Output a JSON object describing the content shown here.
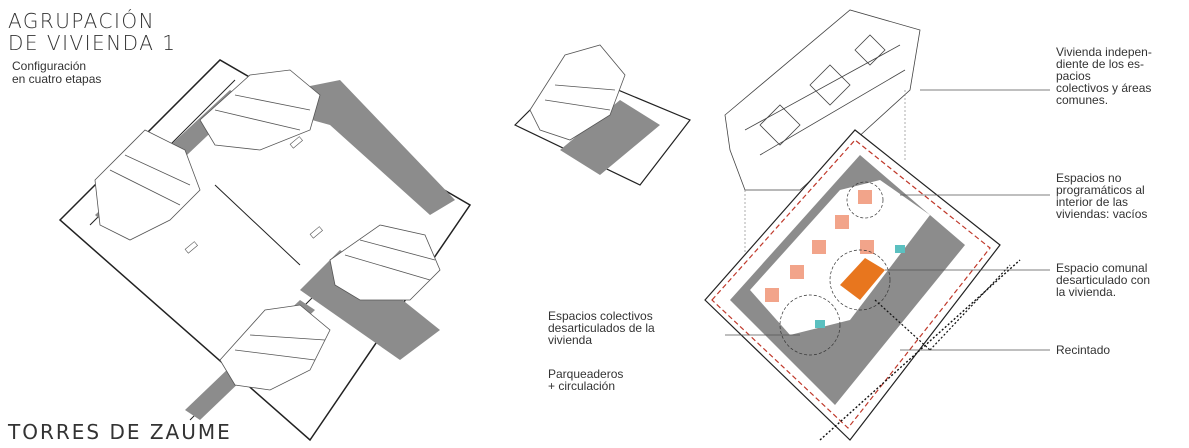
{
  "header": {
    "title_line1": "AGRUPACIÓN",
    "title_line2": "DE VIVIENDA 1",
    "subtitle_line1": "Configuración",
    "subtitle_line2": "en cuatro etapas"
  },
  "footer": {
    "project_name": "TORRES DE ZAUME"
  },
  "annotations": {
    "vivienda_independiente": "Vivienda indepen-\ndiente de los es-\npacios\ncolectivos y áreas\ncomunes.",
    "espacios_no_programaticos": "Espacios no\nprogramáticos al\ninterior de las\nviviendas: vacíos",
    "espacio_comunal": "Espacio comunal\ndesarticulado con\nla vivienda.",
    "recintado": "Recintado",
    "espacios_colectivos": "Espacios colectivos\ndesarticulados de la\nvivienda",
    "parqueaderos": "Parqueaderos\n+ circulación"
  },
  "colors": {
    "ground": "#8c8c8c",
    "building": "#ffffff",
    "void": "#f2a48a",
    "communal": "#e8761e",
    "accent": "#5bc0c0",
    "boundary": "#c0392b"
  }
}
